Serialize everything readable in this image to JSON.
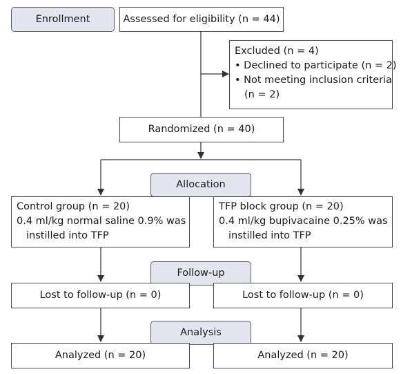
{
  "enrollment": {
    "phase_label": "Enrollment",
    "assessed": "Assessed for eligibility (n = 44)"
  },
  "excluded": {
    "title": "Excluded (n = 4)",
    "reasons": [
      "• Declined to participate (n = 2)",
      "• Not meeting inclusion criteria",
      "(n = 2)"
    ]
  },
  "randomized": "Randomized (n = 40)",
  "allocation": {
    "phase_label": "Allocation",
    "control": {
      "title": "Control group (n = 20)",
      "line1": "0.4 ml/kg normal saline 0.9% was",
      "line2": "instilled into TFP"
    },
    "tfp": {
      "title": "TFP block group (n = 20)",
      "line1": "0.4 ml/kg bupivacaine 0.25% was",
      "line2": "instilled into TFP"
    }
  },
  "followup": {
    "phase_label": "Follow-up",
    "left": "Lost to follow-up (n = 0)",
    "right": "Lost to follow-up (n = 0)"
  },
  "analysis": {
    "phase_label": "Analysis",
    "left": "Analyzed (n = 20)",
    "right": "Analyzed (n = 20)"
  },
  "colors": {
    "line": "#333333",
    "phase_fill": "#e3e6ee"
  }
}
